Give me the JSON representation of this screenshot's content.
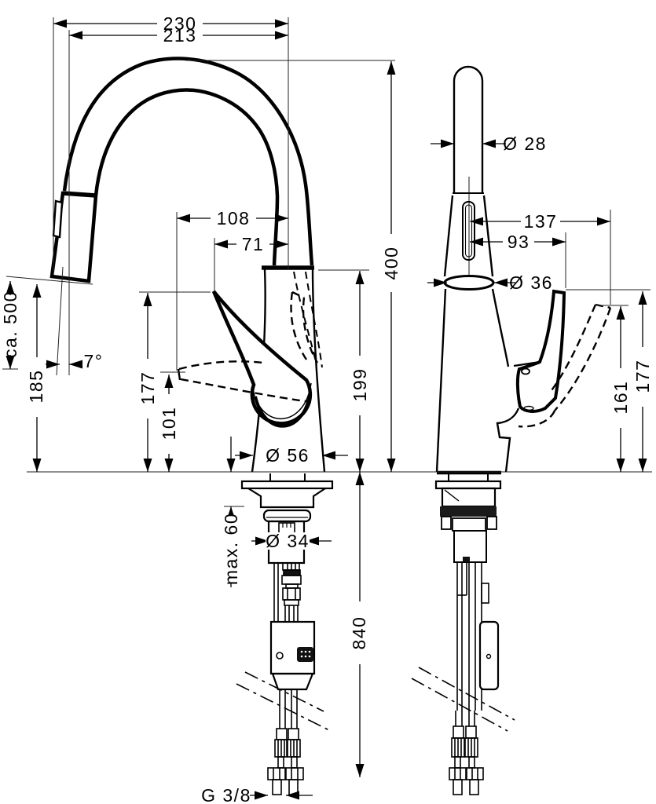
{
  "colors": {
    "ink": "#000000",
    "paper": "#ffffff"
  },
  "dims": {
    "overall_width": "230",
    "spout_width": "213",
    "reach_spray_head": "108",
    "reach_handle_tip": "71",
    "height_total": "400",
    "hose_pullout_length": "ca. 500",
    "spray_outlet_height": "185",
    "spray_angle": "7°",
    "handle_height_front": "177",
    "pivot_height": "101",
    "base_diameter": "Ø 56",
    "spout_outlet_height": "199",
    "pipe_diameter": "Ø 28",
    "handle_reach_open": "137",
    "handle_reach_closed": "93",
    "collar_diameter": "Ø 36",
    "handle_open_height": "161",
    "handle_closed_height": "177",
    "max_counter_thickness": "max. 60",
    "shank_diameter": "Ø 34",
    "hose_length_below": "840",
    "thread_size": "G 3/8"
  }
}
